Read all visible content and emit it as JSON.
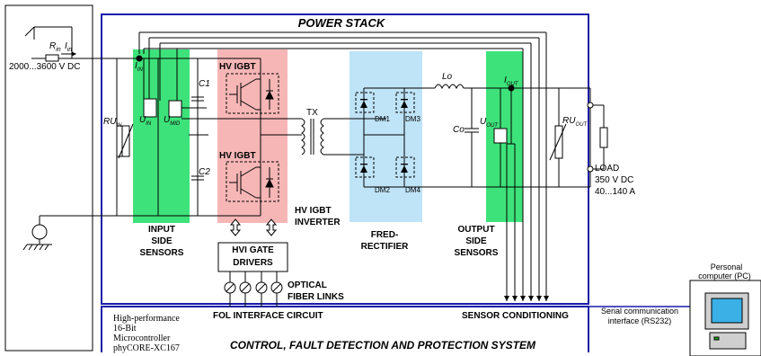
{
  "source": {
    "resistor_label": "R",
    "resistor_sub": "in",
    "current_label": "I",
    "current_sub": "in",
    "voltage": "2000...3600 V DC"
  },
  "power_stack": {
    "title": "POWER STACK",
    "input_sensors": {
      "label_lines": [
        "INPUT",
        "SIDE",
        "SENSORS"
      ],
      "current_label": "I",
      "current_sub": "IN",
      "u_in": "U",
      "u_in_sub": "IN",
      "u_mid": "U",
      "u_mid_sub": "MID",
      "ru_in": "RU",
      "ru_in_sub": "IN",
      "c1": "C1",
      "c2": "C2"
    },
    "inverter": {
      "top_igbt": "HV IGBT",
      "bottom_igbt": "HV IGBT",
      "label_lines": [
        "HV IGBT",
        "INVERTER"
      ]
    },
    "transformer": "TX",
    "rectifier": {
      "label_lines": [
        "FRED-",
        "RECTIFIER"
      ],
      "dm1": "DM1",
      "dm2": "DM2",
      "dm3": "DM3",
      "dm4": "DM4",
      "lo": "Lo",
      "co": "Co"
    },
    "output_sensors": {
      "label_lines": [
        "OUTPUT",
        "SIDE",
        "SENSORS"
      ],
      "current_label": "I",
      "current_sub": "OUT",
      "u_out": "U",
      "u_out_sub": "OUT",
      "ru_out": "RU",
      "ru_out_sub": "OUT"
    },
    "load": {
      "lines": [
        "LOAD",
        "350 V DC",
        "40...140 A"
      ]
    },
    "gate_drivers": [
      "HVI GATE",
      "DRIVERS"
    ],
    "optical": [
      "OPTICAL",
      "FIBER LINKS"
    ]
  },
  "control": {
    "title": "CONTROL, FAULT DETECTION AND PROTECTION SYSTEM",
    "fol": "FOL INTERFACE CIRCUIT",
    "sensor_conditioning": "SENSOR CONDITIONING",
    "mcu_lines": [
      "High-performance",
      "16-Bit",
      "Microcontroller",
      "phyCORE-XC167"
    ],
    "serial_lines": [
      "Serial communication",
      "interface (RS232)"
    ]
  },
  "pc": {
    "label_lines": [
      "Personal",
      "computer (PC)"
    ]
  },
  "colors": {
    "frame_blue": "#1a1aaa",
    "green": "#3ee27a",
    "pink": "#f7b6b6",
    "lightblue": "#bfe3f7"
  }
}
